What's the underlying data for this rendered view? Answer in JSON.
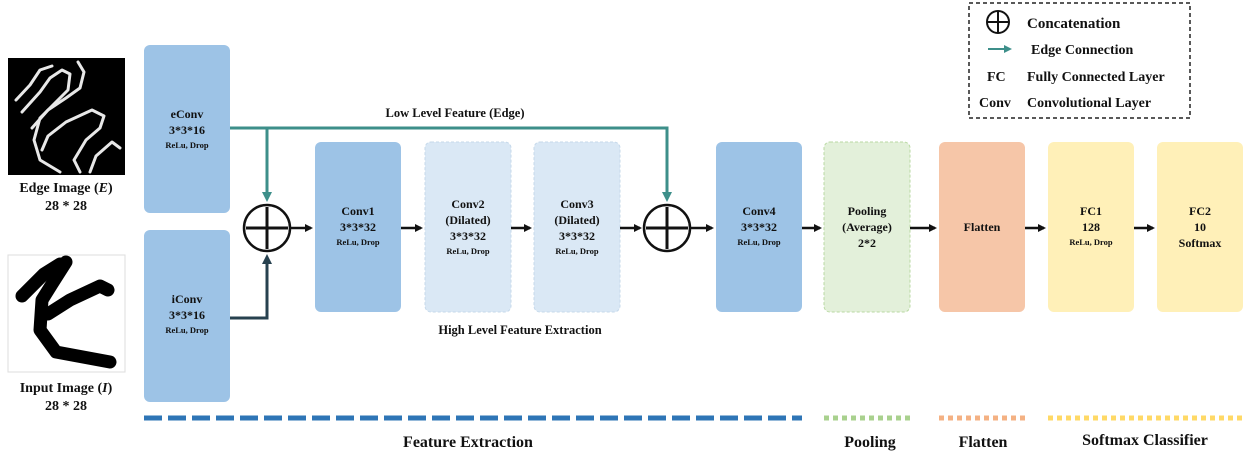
{
  "legend": {
    "concat_label": "Concatenation",
    "edge_label": "Edge Connection",
    "fc_abbr": "FC",
    "fc_label": "Fully Connected Layer",
    "conv_abbr": "Conv",
    "conv_label": "Convolutional Layer"
  },
  "inputs": {
    "edge_image": {
      "title": "Edge Image (",
      "var": "E",
      "suffix": ")",
      "size": "28 * 28"
    },
    "input_image": {
      "title": "Input Image (",
      "var": "I",
      "suffix": ")",
      "size": "28 * 28"
    }
  },
  "blocks": {
    "econv": {
      "name": "eConv",
      "dims": "3*3*16",
      "ops": "ReLu, Drop"
    },
    "iconv": {
      "name": "iConv",
      "dims": "3*3*16",
      "ops": "ReLu, Drop"
    },
    "conv1": {
      "name": "Conv1",
      "dims": "3*3*32",
      "ops": "ReLu, Drop"
    },
    "conv2": {
      "name": "Conv2",
      "sub": "(Dilated)",
      "dims": "3*3*32",
      "ops": "ReLu, Drop"
    },
    "conv3": {
      "name": "Conv3",
      "sub": "(Dilated)",
      "dims": "3*3*32",
      "ops": "ReLu, Drop"
    },
    "conv4": {
      "name": "Conv4",
      "dims": "3*3*32",
      "ops": "ReLu, Drop"
    },
    "pooling": {
      "name": "Pooling",
      "sub": "(Average)",
      "dims": "2*2"
    },
    "flatten": {
      "name": "Flatten"
    },
    "fc1": {
      "name": "FC1",
      "dims": "128",
      "ops": "ReLu, Drop"
    },
    "fc2": {
      "name": "FC2",
      "dims": "10",
      "sub": "Softmax"
    }
  },
  "annotations": {
    "low_level": "Low Level Feature (Edge)",
    "high_level": "High Level Feature Extraction"
  },
  "sections": {
    "feature_extraction": "Feature Extraction",
    "pooling": "Pooling",
    "flatten": "Flatten",
    "softmax": "Softmax Classifier"
  },
  "colors": {
    "blue": "#9dc3e6",
    "light_blue": "#dae8f5",
    "green": "#e3f0da",
    "orange": "#f6c6a8",
    "yellow": "#fff0b8",
    "edge_arrow": "#3d8f8a",
    "section_blue": "#2e75b6",
    "section_green": "#a9d18e",
    "section_orange": "#f4b183",
    "section_yellow": "#ffd966"
  }
}
